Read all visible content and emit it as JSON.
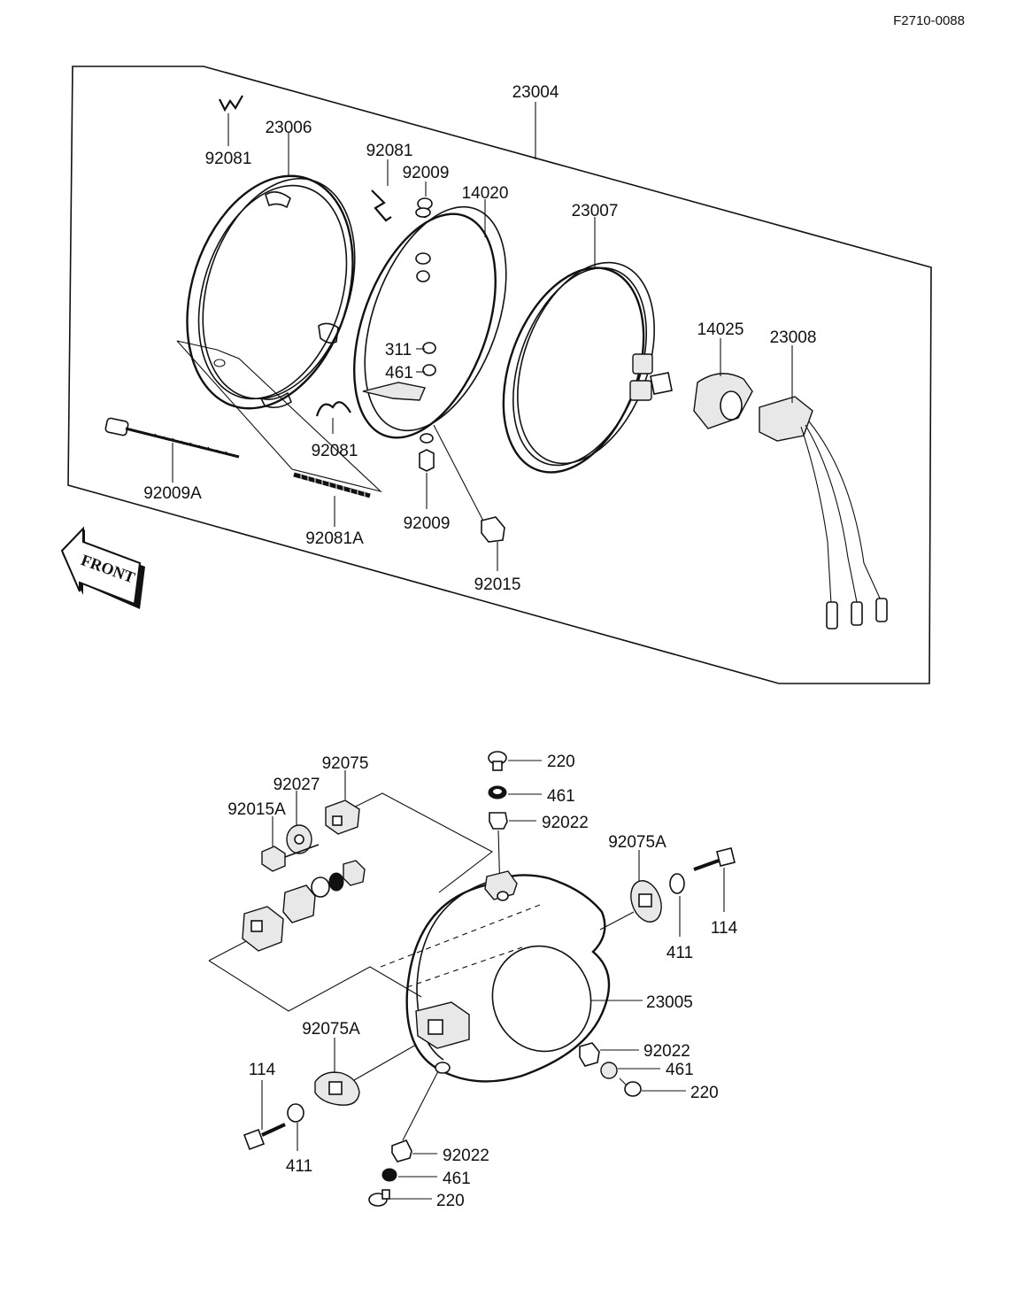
{
  "drawing_ref": "F2710-0088",
  "direction_label": "FRONT",
  "labels": {
    "headlight_assy": "23004",
    "rim": "23006",
    "spring_clip_top": "92081",
    "spring_clip_mid": "92081",
    "spring_clip_low": "92081",
    "screw_top": "92009",
    "frame": "14020",
    "sealed_beam": "23007",
    "nut_311": "311",
    "washer_461_top": "461",
    "bolt_long": "92009A",
    "spring_long": "92081A",
    "screw_bottom": "92009",
    "nut_92015": "92015",
    "cover": "14025",
    "socket": "23008",
    "bolt_220_top": "220",
    "washer_461_b1": "461",
    "collar_92022_top": "92022",
    "bracket_92075": "92075",
    "washer_92027": "92027",
    "nut_92015A": "92015A",
    "damper_92075A_right": "92075A",
    "bolt_114_right": "114",
    "washer_411_right": "411",
    "housing": "23005",
    "collar_92022_right": "92022",
    "washer_461_right": "461",
    "bolt_220_right": "220",
    "damper_92075A_left": "92075A",
    "bolt_114_left": "114",
    "washer_411_left": "411",
    "collar_92022_bottom": "92022",
    "washer_461_bottom": "461",
    "bolt_220_bottom": "220"
  }
}
